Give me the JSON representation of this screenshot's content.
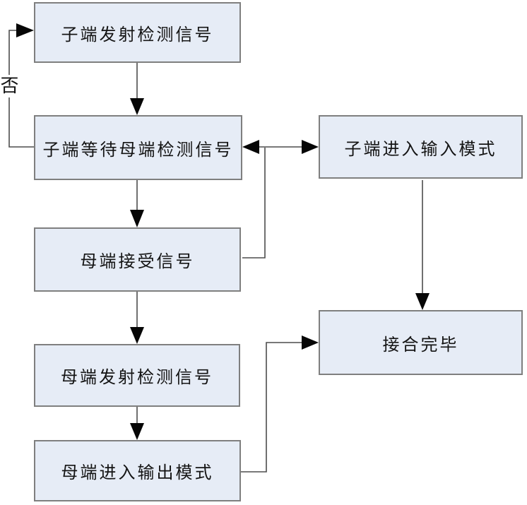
{
  "diagram": {
    "type": "flowchart",
    "language": "zh-CN",
    "background": "#ffffff",
    "boxes": [
      {
        "id": "child-transmit",
        "label": "子端发射检测信号"
      },
      {
        "id": "child-wait",
        "label": "子端等待母端检测信号"
      },
      {
        "id": "mother-receive",
        "label": "母端接受信号"
      },
      {
        "id": "mother-transmit",
        "label": "母端发射检测信号"
      },
      {
        "id": "mother-output-mode",
        "label": "母端进入输出模式"
      },
      {
        "id": "child-input-mode",
        "label": "子端进入输入模式"
      },
      {
        "id": "join-complete",
        "label": "接合完毕"
      }
    ],
    "edge_labels": [
      {
        "id": "no",
        "label": "否"
      }
    ],
    "edges": [
      {
        "from": "child-transmit",
        "to": "child-wait",
        "arrow": "forward"
      },
      {
        "from": "child-wait",
        "to": "child-transmit",
        "arrow": "forward",
        "label": "否"
      },
      {
        "from": "child-wait",
        "to": "mother-receive",
        "arrow": "forward"
      },
      {
        "from": "mother-receive",
        "to": "child-wait",
        "arrow": "forward",
        "via": "double-headed-branch"
      },
      {
        "from": "mother-receive",
        "to": "child-input-mode",
        "arrow": "forward",
        "via": "double-headed-branch"
      },
      {
        "from": "mother-receive",
        "to": "mother-transmit",
        "arrow": "forward"
      },
      {
        "from": "mother-transmit",
        "to": "mother-output-mode",
        "arrow": "forward"
      },
      {
        "from": "mother-output-mode",
        "to": "join-complete",
        "arrow": "forward"
      },
      {
        "from": "child-input-mode",
        "to": "join-complete",
        "arrow": "forward"
      }
    ],
    "colors": {
      "box_fill": "#e6ecf6",
      "box_border": "#7f7f7f",
      "connector_line": "#4d4d4d",
      "arrowhead": "#060606",
      "text": "#141414"
    }
  }
}
